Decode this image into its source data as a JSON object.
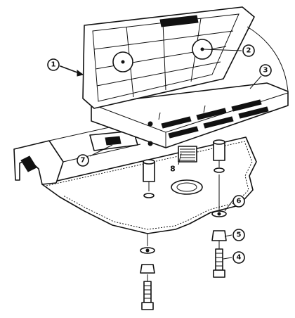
{
  "callouts": [
    {
      "id": "1",
      "label": "1"
    },
    {
      "id": "2",
      "label": "2"
    },
    {
      "id": "3",
      "label": "3"
    },
    {
      "id": "4",
      "label": "4"
    },
    {
      "id": "5",
      "label": "5"
    },
    {
      "id": "6",
      "label": "6"
    },
    {
      "id": "7",
      "label": "7"
    }
  ],
  "plain_labels": [
    {
      "id": "8",
      "label": "8"
    }
  ]
}
